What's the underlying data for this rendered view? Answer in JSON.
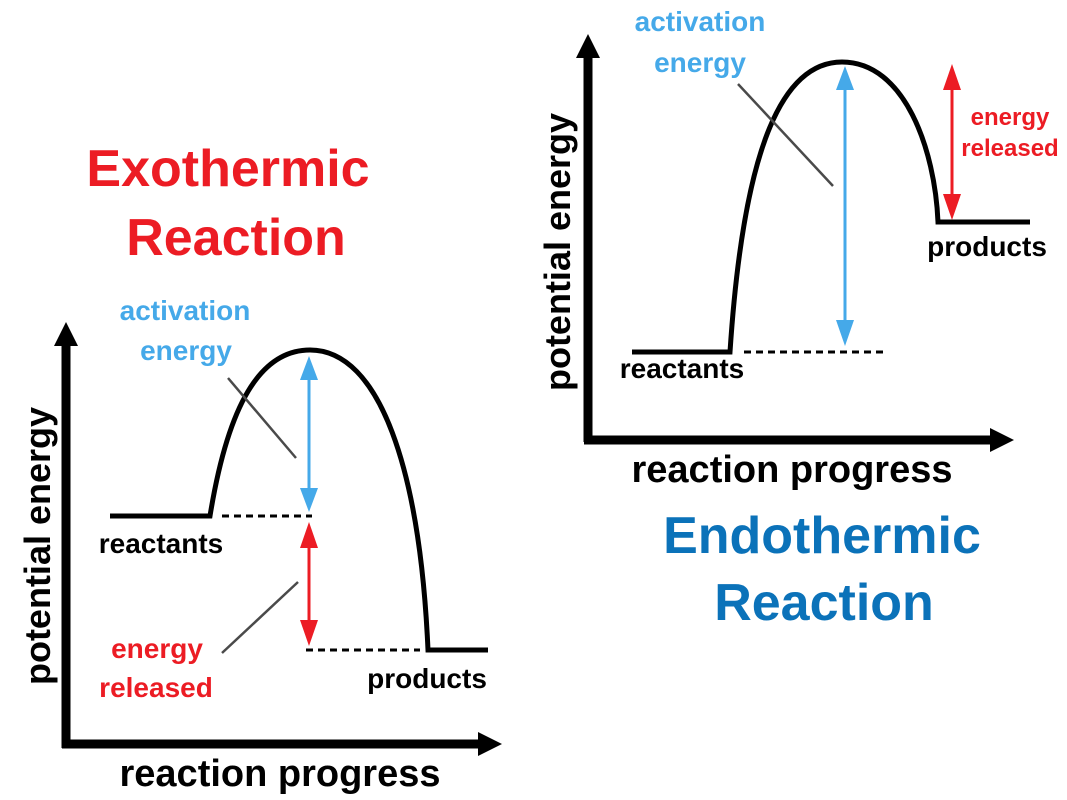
{
  "colors": {
    "exo_title": "#ec1c24",
    "endo_title": "#0b72b9",
    "activation": "#45a9e9",
    "released": "#ec1c24",
    "line": "#000000",
    "pointer": "#4a4a4a"
  },
  "exothermic": {
    "title_line1": "Exothermic",
    "title_line2": "Reaction",
    "ylabel": "potential energy",
    "xlabel": "reaction progress",
    "reactants": "reactants",
    "products": "products",
    "activation_line1": "activation",
    "activation_line2": "energy",
    "released_line1": "energy",
    "released_line2": "released"
  },
  "endothermic": {
    "title_line1": "Endothermic",
    "title_line2": "Reaction",
    "ylabel": "potential energy",
    "xlabel": "reaction progress",
    "reactants": "reactants",
    "products": "products",
    "activation_line1": "activation",
    "activation_line2": "energy",
    "released_line1": "energy",
    "released_line2": "released"
  }
}
